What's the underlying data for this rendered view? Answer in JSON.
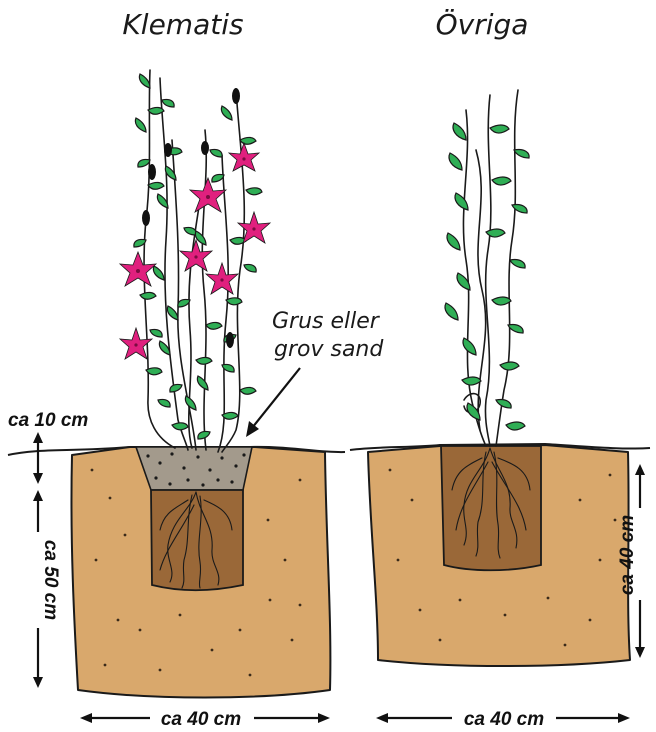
{
  "diagram": {
    "left_title": "Klematis",
    "right_title": "Övriga",
    "annotation": {
      "line1": "Grus eller",
      "line2": "grov sand"
    },
    "measurements": {
      "top_depth": "ca 10 cm",
      "left_depth": "ca 50 cm",
      "right_depth": "ca 40 cm",
      "left_width": "ca 40 cm",
      "right_width": "ca 40 cm"
    },
    "colors": {
      "soil": "#d9a86c",
      "root_ball": "#9a6838",
      "gravel": "#a39a8c",
      "leaf": "#2fae55",
      "flower": "#e0207e",
      "bud": "#111111"
    }
  }
}
